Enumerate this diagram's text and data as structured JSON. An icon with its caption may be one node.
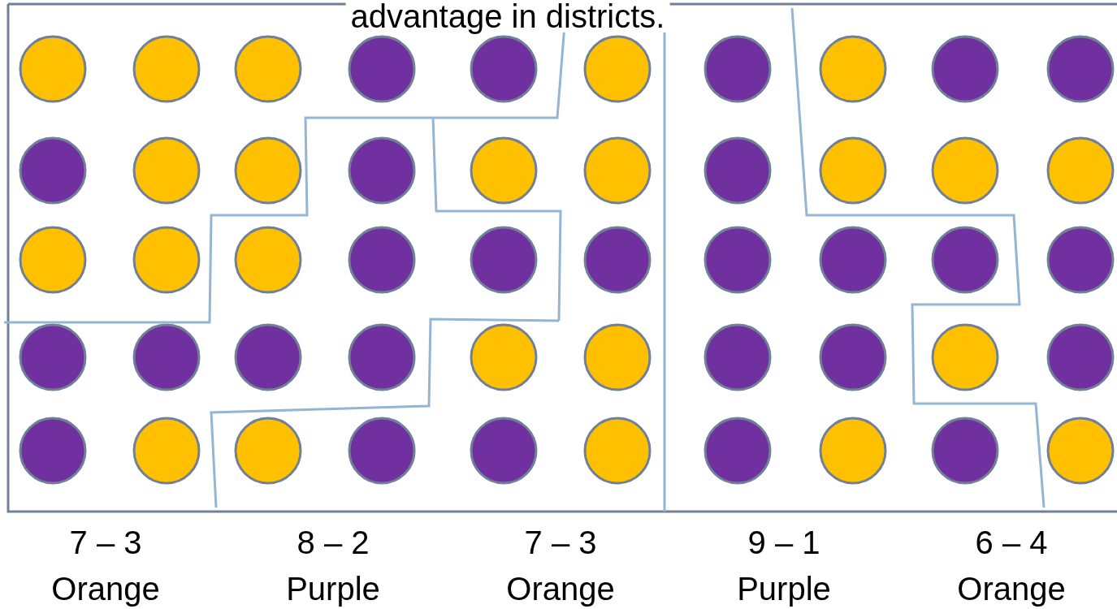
{
  "diagram": {
    "labels": [
      "advantage in districts.",
      "7 – 3",
      "Orange",
      "8 – 2",
      "Purple",
      "7 – 3",
      "Orange",
      "9 – 1",
      "Purple",
      "6 – 4",
      "Orange"
    ]
  }
}
